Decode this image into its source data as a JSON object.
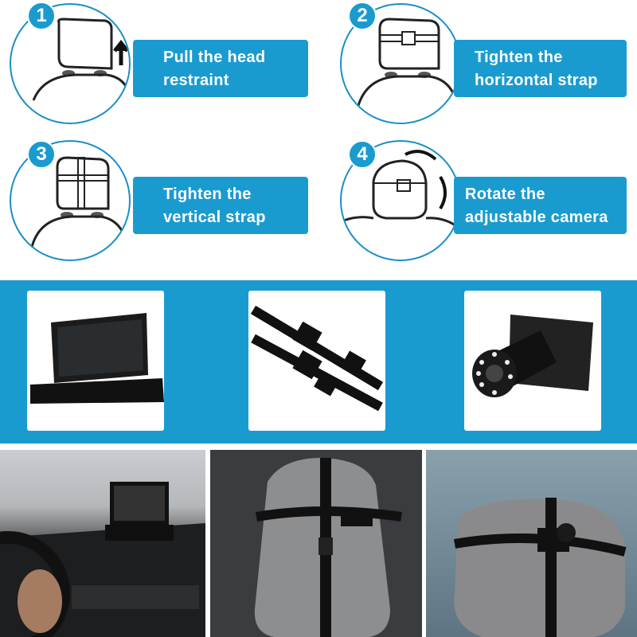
{
  "steps": [
    {
      "number": "1",
      "text_line1": "Pull the head",
      "text_line2": "restraint"
    },
    {
      "number": "2",
      "text_line1": "Tighten the",
      "text_line2": "horizontal strap"
    },
    {
      "number": "3",
      "text_line1": "Tighten the",
      "text_line2": "vertical strap"
    },
    {
      "number": "4",
      "text_line1": "Rotate the",
      "text_line2": "adjustable camera"
    }
  ],
  "products": [
    "monitor",
    "straps",
    "camera"
  ],
  "photos": [
    "monitor-on-dashboard",
    "strap-on-headrest",
    "camera-on-headrest"
  ],
  "colors": {
    "accent": "#1a9bd0",
    "background": "#ffffff"
  }
}
